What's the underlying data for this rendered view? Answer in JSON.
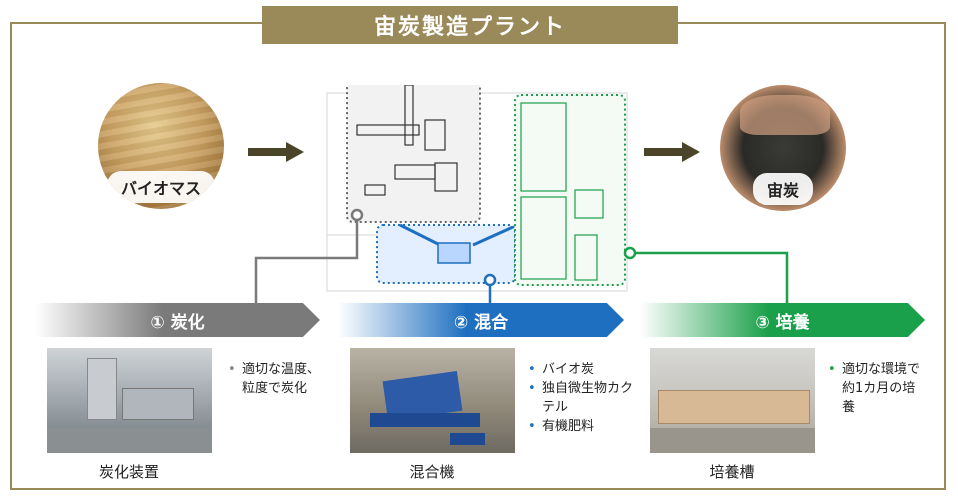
{
  "title": "宙炭製造プラント",
  "input": {
    "label": "バイオマス"
  },
  "output": {
    "label": "宙炭"
  },
  "steps": [
    {
      "label": "① 炭化",
      "color": "#7a7a7a",
      "bullets": [
        "適切な温度、粒度で炭化"
      ],
      "caption": "炭化装置",
      "connector_color": "#7a7a7a"
    },
    {
      "label": "② 混合",
      "color": "#1e6fc0",
      "bullets": [
        "バイオ炭",
        "独自微生物カクテル",
        "有機肥料"
      ],
      "caption": "混合機",
      "connector_color": "#1e6fc0"
    },
    {
      "label": "③ 培養",
      "color": "#1aa04a",
      "bullets": [
        "適切な環境で約1カ月の培養"
      ],
      "caption": "培養槽",
      "connector_color": "#1aa04a"
    }
  ],
  "colors": {
    "frame": "#9a8a5a",
    "arrow": "#4a4428"
  }
}
